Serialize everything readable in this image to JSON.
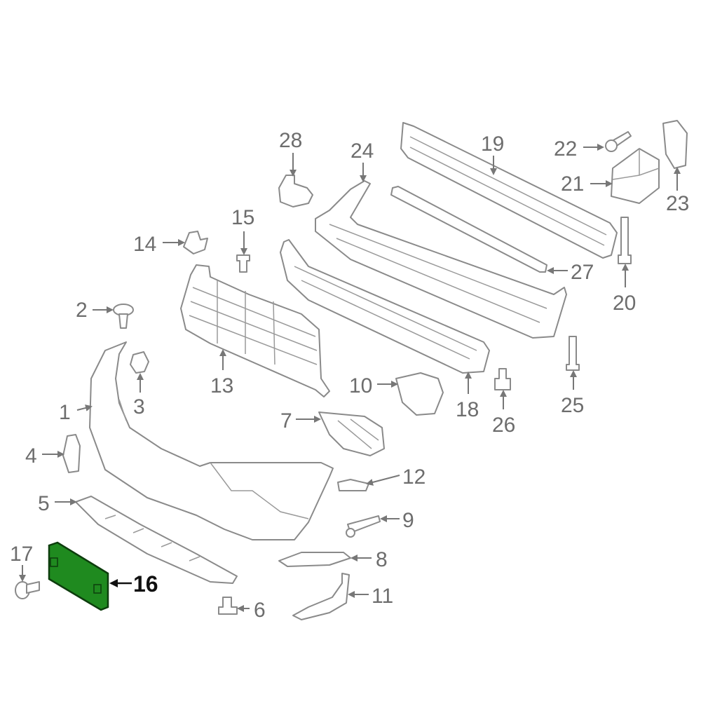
{
  "diagram": {
    "highlight_color": "#1f8a1f",
    "callouts": [
      {
        "id": "1",
        "label": "1"
      },
      {
        "id": "2",
        "label": "2"
      },
      {
        "id": "3",
        "label": "3"
      },
      {
        "id": "4",
        "label": "4"
      },
      {
        "id": "5",
        "label": "5"
      },
      {
        "id": "6",
        "label": "6"
      },
      {
        "id": "7",
        "label": "7"
      },
      {
        "id": "8",
        "label": "8"
      },
      {
        "id": "9",
        "label": "9"
      },
      {
        "id": "10",
        "label": "10"
      },
      {
        "id": "11",
        "label": "11"
      },
      {
        "id": "12",
        "label": "12"
      },
      {
        "id": "13",
        "label": "13"
      },
      {
        "id": "14",
        "label": "14"
      },
      {
        "id": "15",
        "label": "15"
      },
      {
        "id": "16",
        "label": "16",
        "highlighted": true
      },
      {
        "id": "17",
        "label": "17"
      },
      {
        "id": "18",
        "label": "18"
      },
      {
        "id": "19",
        "label": "19"
      },
      {
        "id": "20",
        "label": "20"
      },
      {
        "id": "21",
        "label": "21"
      },
      {
        "id": "22",
        "label": "22"
      },
      {
        "id": "23",
        "label": "23"
      },
      {
        "id": "24",
        "label": "24"
      },
      {
        "id": "25",
        "label": "25"
      },
      {
        "id": "26",
        "label": "26"
      },
      {
        "id": "27",
        "label": "27"
      },
      {
        "id": "28",
        "label": "28"
      }
    ]
  }
}
